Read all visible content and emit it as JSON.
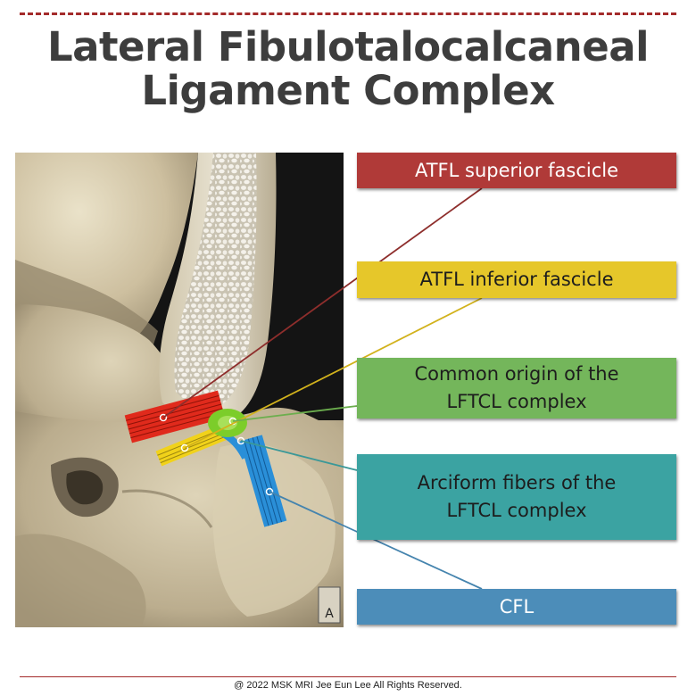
{
  "title": {
    "line1": "Lateral Fibulotalocalcaneal",
    "line2": "Ligament Complex"
  },
  "labels": {
    "atfl_superior": "ATFL superior fascicle",
    "atfl_inferior": "ATFL inferior fascicle",
    "common_origin_line1": "Common origin of the",
    "common_origin_line2": "LFTCL complex",
    "arciform_line1": "Arciform fibers of the",
    "arciform_line2": "LFTCL complex",
    "cfl": "CFL"
  },
  "orientation_marker": "A",
  "footer": "@ 2022 MSK MRI Jee Eun Lee All Rights Reserved.",
  "colors": {
    "title": "#3d3d3d",
    "rule": "#a32a2a",
    "atfl_superior": "#b03a38",
    "atfl_inferior": "#e6c72a",
    "common_origin": "#74b65b",
    "arciform": "#3ba3a2",
    "cfl": "#4c8db9",
    "ligament_red": "#e02a1c",
    "ligament_yellow": "#f1d21a",
    "ligament_green": "#7ccd2a",
    "ligament_blue": "#2a8fd8"
  }
}
